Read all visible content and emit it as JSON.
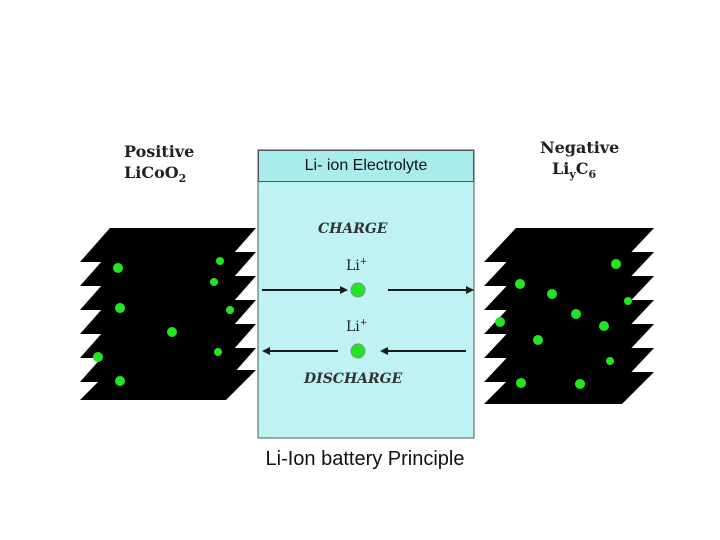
{
  "positive": {
    "title": "Positive",
    "formula_main": "LiCoO",
    "formula_sub": "2"
  },
  "negative": {
    "title": "Negative",
    "formula_main": "Li",
    "formula_sub_y": "y",
    "formula_c": "C",
    "formula_sub_6": "6"
  },
  "electrolyte": {
    "label": "Li- ion Electrolyte"
  },
  "charge": {
    "label": "CHARGE",
    "ion": "Li",
    "ion_sup": "+"
  },
  "discharge": {
    "label": "DISCHARGE",
    "ion": "Li",
    "ion_sup": "+"
  },
  "caption": "Li-Ion battery Principle",
  "colors": {
    "electrolyte": "#bff3f3",
    "header": "#a9ecec",
    "ion": "#22e622",
    "layer": "#000000"
  }
}
